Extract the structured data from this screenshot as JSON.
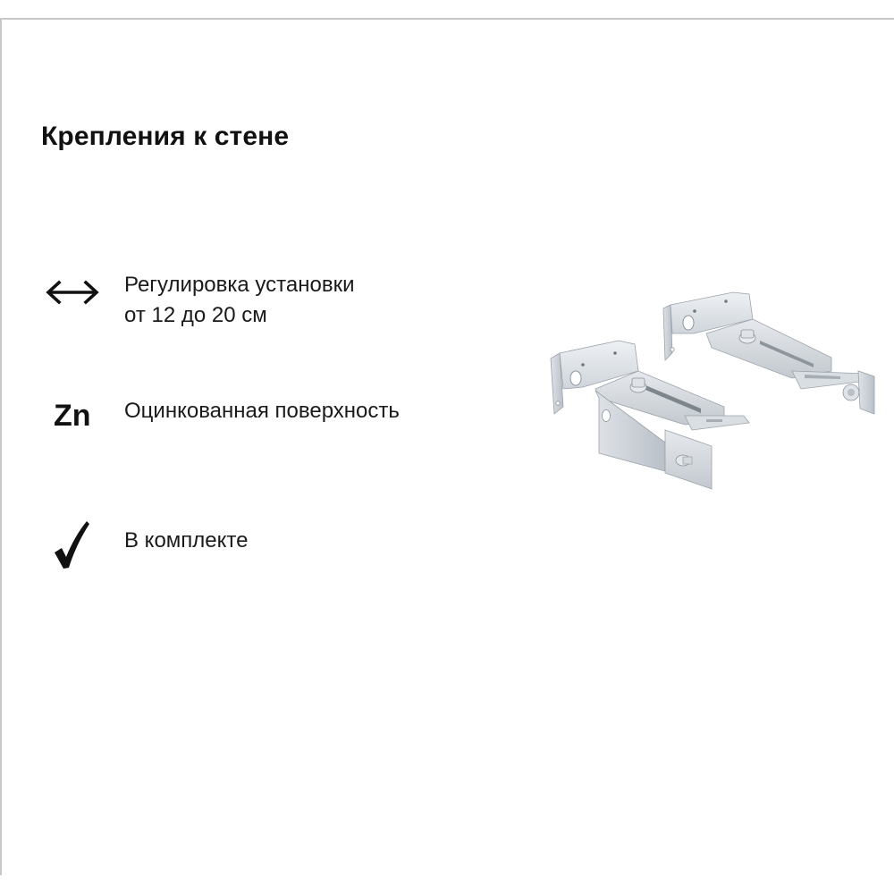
{
  "title": "Крепления к стене",
  "features": [
    {
      "icon": "double-arrow-horizontal-icon",
      "lines": [
        "Регулировка установки",
        "от 12 до 20 см"
      ]
    },
    {
      "icon": "zinc-symbol-icon",
      "icon_text": "Zn",
      "lines": [
        "Оцинкованная поверхность"
      ]
    },
    {
      "icon": "checkmark-icon",
      "lines": [
        "В комплекте"
      ]
    }
  ],
  "product_image": {
    "subject": "two adjustable galvanized wall-mount brackets"
  },
  "colors": {
    "text": "#111111",
    "frame_border": "#c8c8c8",
    "metal_light": "#e4e8ec",
    "metal_mid": "#c5ccd3",
    "metal_dark": "#8d959d"
  }
}
